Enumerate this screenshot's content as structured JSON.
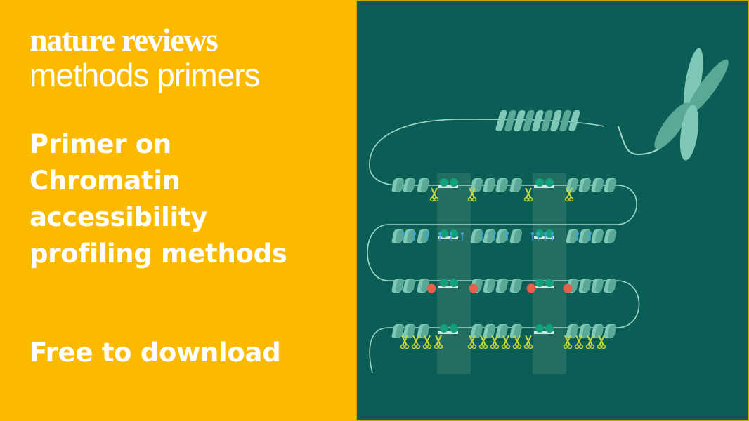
{
  "brand": {
    "line1": "nature reviews",
    "line2": "methods primers"
  },
  "headline": {
    "lines": [
      "Primer on",
      "Chromatin",
      "accessibility",
      "profiling methods"
    ]
  },
  "cta": "Free to download",
  "colors": {
    "left_background": "#fbba00",
    "right_background": "#0b5e55",
    "text": "#ffffff",
    "nucleosome": "#7fc7b6",
    "nucleosome_dark": "#5aa996",
    "protein": "#12a07e",
    "scissors": "#c9d63b",
    "enzyme": "#e4604a",
    "methyl_mark": "#3aa6d6",
    "highlight_band": "#2b7468",
    "dna": "#9fd6c8"
  },
  "illustration": {
    "subject": "chromosome-and-chromatin-fibers",
    "rows": [
      {
        "name": "dnase-cut-row",
        "marker": "scissors-icon"
      },
      {
        "name": "methylation-row",
        "marker": "methyl-mark-icon"
      },
      {
        "name": "mnase-row",
        "marker": "enzyme-icon"
      },
      {
        "name": "transposase-row",
        "marker": "scissors-icon"
      }
    ]
  }
}
